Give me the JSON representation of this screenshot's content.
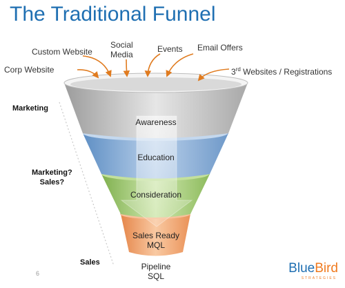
{
  "title": "The Traditional Funnel",
  "sources": {
    "corp_website": "Corp Website",
    "custom_website": "Custom Website",
    "social_media_line1": "Social",
    "social_media_line2": "Media",
    "events": "Events",
    "email_offers": "Email Offers",
    "third_party_prefix": "3",
    "third_party_sup": "rd",
    "third_party_rest": " Websites / Registrations"
  },
  "side_labels": {
    "marketing": "Marketing",
    "marketing_sales_line1": "Marketing?",
    "marketing_sales_line2": "Sales?",
    "sales": "Sales"
  },
  "stages": {
    "awareness": "Awareness",
    "education": "Education",
    "consideration": "Consideration",
    "sales_ready_line1": "Sales Ready",
    "sales_ready_line2": "MQL",
    "pipeline_line1": "Pipeline",
    "pipeline_line2": "SQL"
  },
  "page_number": "6",
  "logo": {
    "part1": "Blue",
    "part2": "Bird",
    "tagline": "STRATEGIES"
  },
  "colors": {
    "title": "#1f6fb2",
    "awareness": "#c9c9c9",
    "education": "#8fb2d9",
    "consideration": "#a7cf7a",
    "sales_ready": "#f2a46b",
    "arrows": "#e07b1f"
  }
}
